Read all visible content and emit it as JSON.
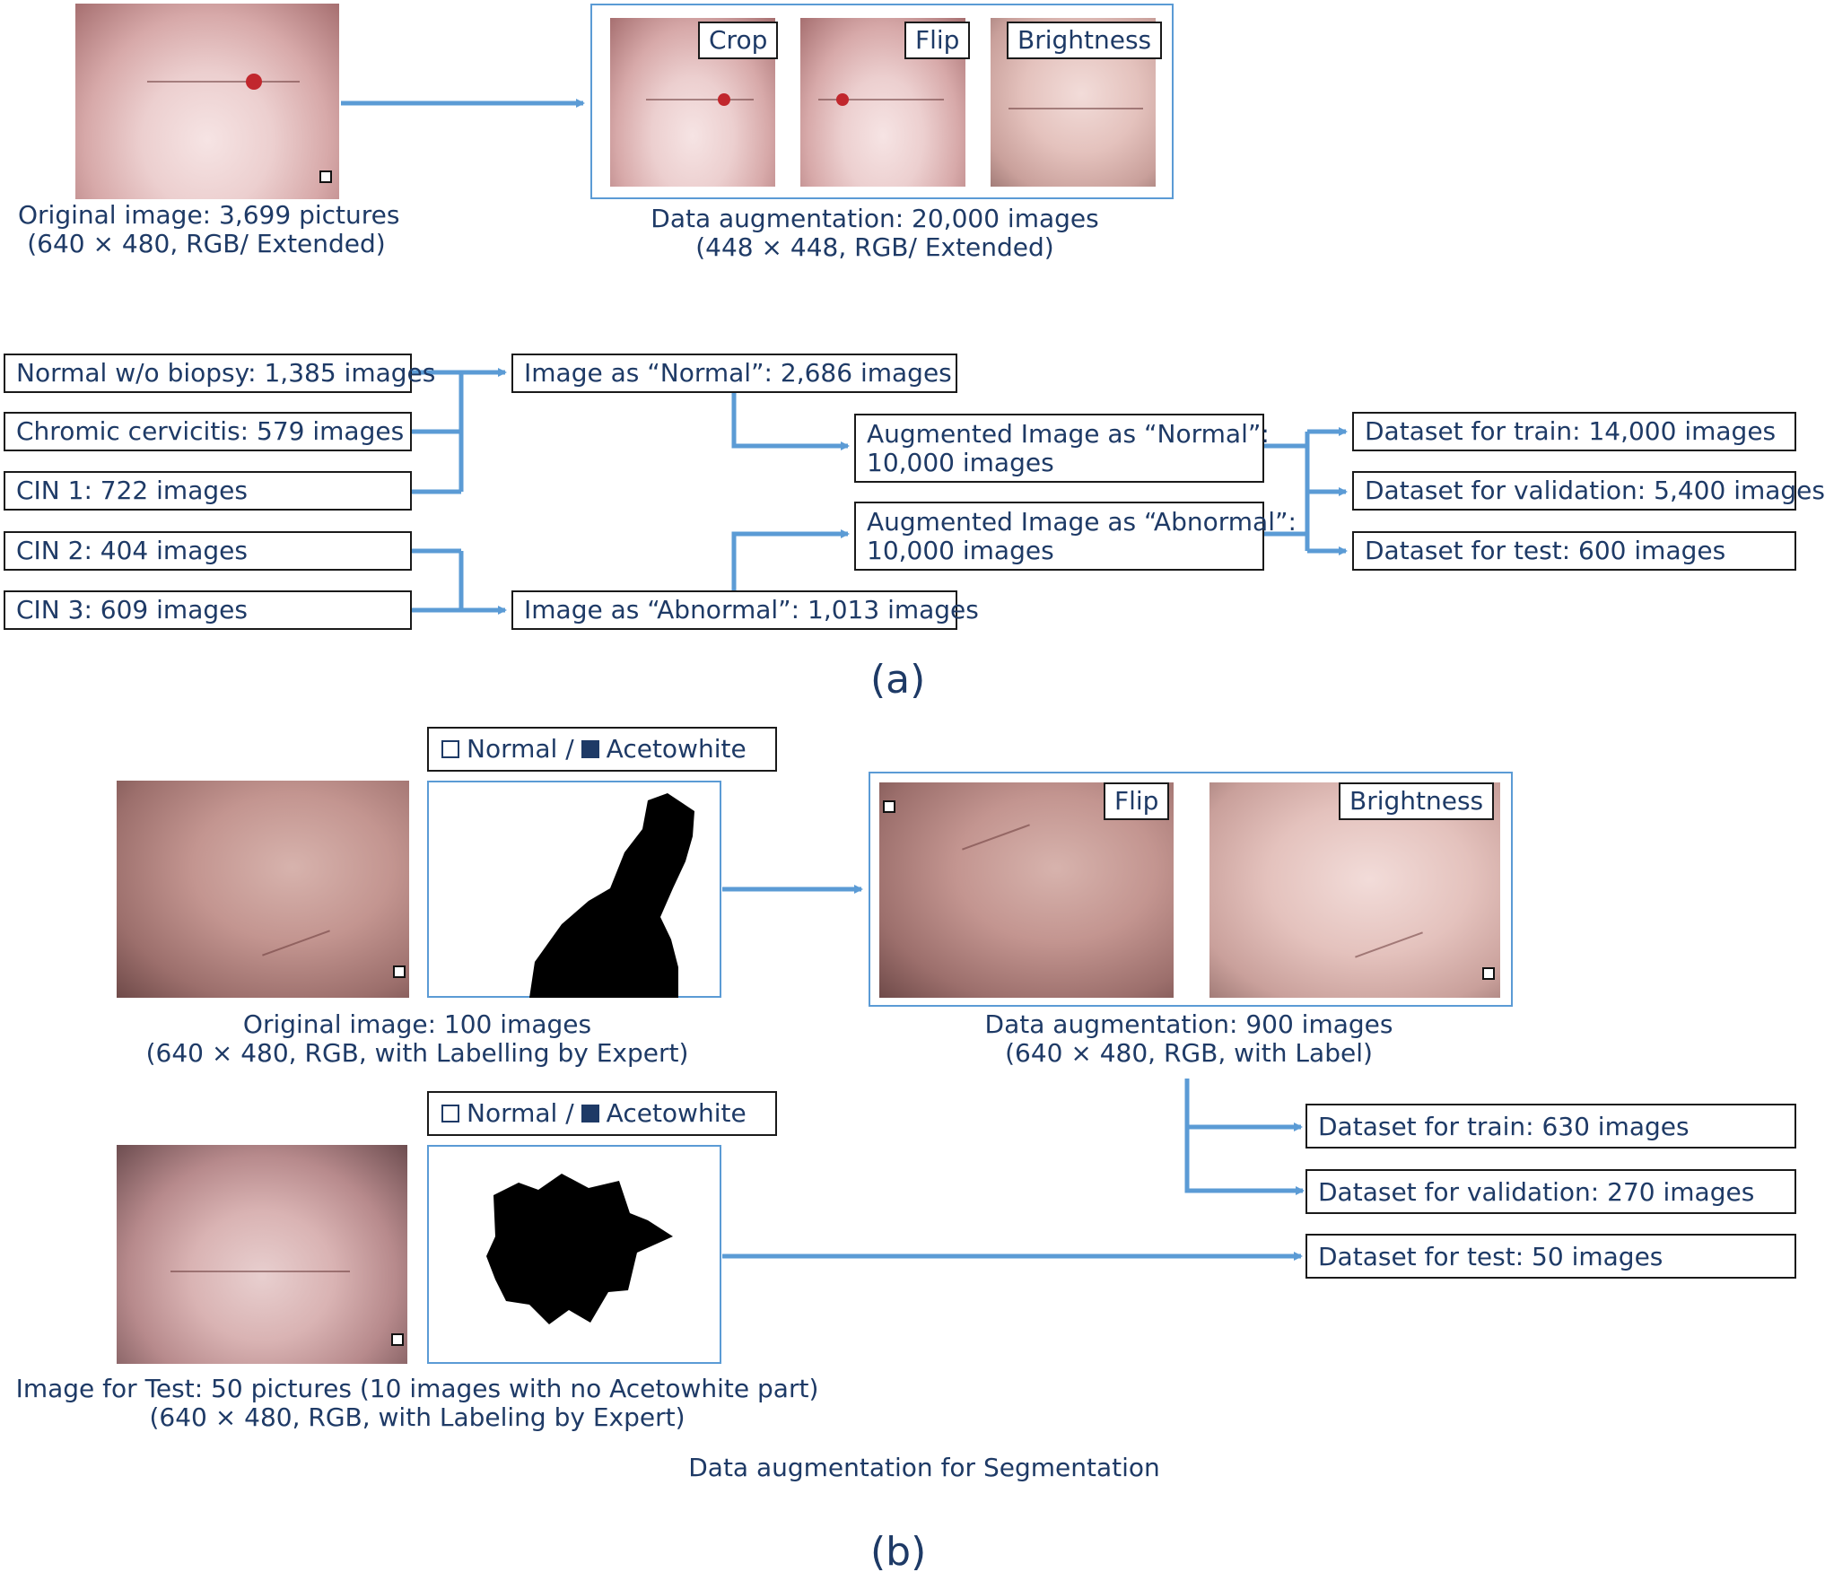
{
  "part_a": {
    "original_caption": [
      "Original image: 3,699 pictures",
      "(640 × 480, RGB/ Extended)"
    ],
    "augmentation_tags": [
      "Crop",
      "Flip",
      "Brightness"
    ],
    "augmentation_caption": [
      "Data augmentation: 20,000 images",
      "(448 × 448, RGB/ Extended)"
    ],
    "sources": [
      "Normal w/o biopsy: 1,385 images",
      "Chromic cervicitis: 579 images",
      "CIN 1: 722 images",
      "CIN 2: 404 images",
      "CIN 3: 609 images"
    ],
    "normal_group": "Image as “Normal”: 2,686 images",
    "abnormal_group": "Image as “Abnormal”: 1,013 images",
    "aug_normal": [
      "Augmented Image as “Normal”:",
      "10,000 images"
    ],
    "aug_abnormal": [
      "Augmented Image as “Abnormal”:",
      "10,000 images"
    ],
    "datasets": [
      "Dataset for train: 14,000 images",
      "Dataset for validation: 5,400 images",
      "Dataset for test: 600 images"
    ],
    "label": "(a)"
  },
  "part_b": {
    "legend": {
      "open_label": "Normal /",
      "filled_label": "Acetowhite"
    },
    "original_caption": [
      "Original image: 100 images",
      "(640 × 480, RGB, with Labelling by Expert)"
    ],
    "augmentation_tags": [
      "Flip",
      "Brightness"
    ],
    "augmentation_caption": [
      "Data augmentation: 900 images",
      "(640 × 480, RGB, with Label)"
    ],
    "datasets": [
      "Dataset for train: 630 images",
      "Dataset for validation: 270 images",
      "Dataset for test: 50 images"
    ],
    "test_caption": [
      "Image for Test: 50 pictures (10 images with no Acetowhite part)",
      "(640 × 480, RGB, with Labeling by Expert)"
    ],
    "subtitle": "Data augmentation for Segmentation",
    "label": "(b)"
  },
  "colors": {
    "arrow": "#5b9bd5",
    "text": "#1e3a66",
    "box_border": "#1a1a1a",
    "mask": "#000000"
  }
}
